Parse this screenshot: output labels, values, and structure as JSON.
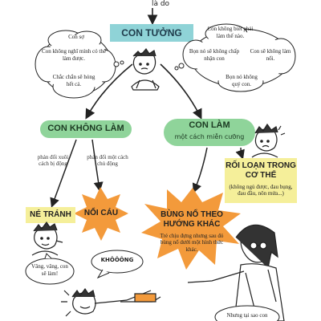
{
  "top_text": "là do",
  "center_box": {
    "label": "CON TƯỞNG",
    "color": "#8fd3d7"
  },
  "left_thoughts": [
    "Con sợ",
    "Con không nghĩ mình có thể làm được.",
    "Chắc chắn sẽ hỏng hết cả."
  ],
  "right_thoughts": [
    "Con không biết phải làm thế nào.",
    "Bọn nó sẽ không chấp nhận con",
    "Con sẽ không làm nổi.",
    "Bọn nó không quý con."
  ],
  "branch_left": {
    "label": "CON KHÔNG LÀM",
    "color": "#8fd49a"
  },
  "branch_right": {
    "label": "CON LÀM",
    "sublabel": "một cách miễn cưỡng",
    "color": "#8fd49a"
  },
  "edge_labels": {
    "flee": "phản đối xuôi cách bị động",
    "fight": "phản đối một cách chủ động"
  },
  "outcome_flee": {
    "label": "NÉ TRÁNH",
    "color": "#f5ef9a"
  },
  "outcome_rage": {
    "label": "NỔI CÁU",
    "color": "#f39a3b"
  },
  "outcome_explode": {
    "label": "BÙNG NỔ THEO HƯỚNG KHÁC",
    "desc": "Trẻ chịu đựng nhưng sau đó bùng nổ dưới một hình thức khác.",
    "color": "#f39a3b"
  },
  "outcome_disorder": {
    "label": "RỐI LOẠN TRONG CƠ THỂ",
    "desc": "(không ngủ được, đau bụng, đau đầu, nôn mửa...)",
    "color": "#f5ef9a"
  },
  "speech_flee": "Vâng, vâng, con sẽ làm!",
  "speech_rage": "KHÔÔÔNG",
  "speech_bottom": "Nhưng tại sao con"
}
